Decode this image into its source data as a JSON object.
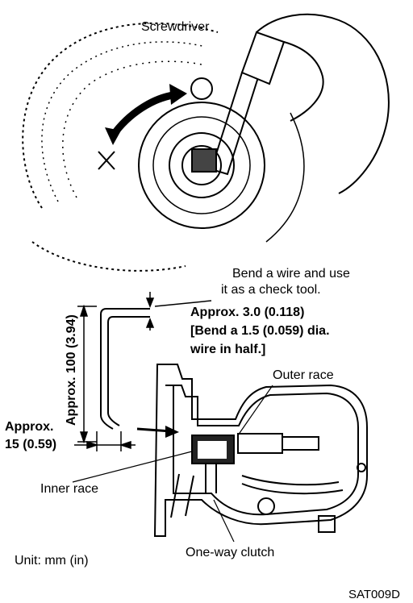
{
  "labels": {
    "screwdriver": "Screwdriver",
    "check_tool_line1": "Bend a wire and use",
    "check_tool_line2": "it as a check tool.",
    "approx_gap": "Approx. 3.0 (0.118)",
    "bend_line1": "[Bend a 1.5 (0.059) dia.",
    "bend_line2": "wire in half.]",
    "approx_height": "Approx. 100 (3.94)",
    "approx_width_line1": "Approx.",
    "approx_width_line2": "15 (0.59)",
    "outer_race": "Outer race",
    "inner_race": "Inner race",
    "one_way_clutch": "One-way clutch",
    "unit": "Unit: mm (in)",
    "figure_code": "SAT009D"
  }
}
